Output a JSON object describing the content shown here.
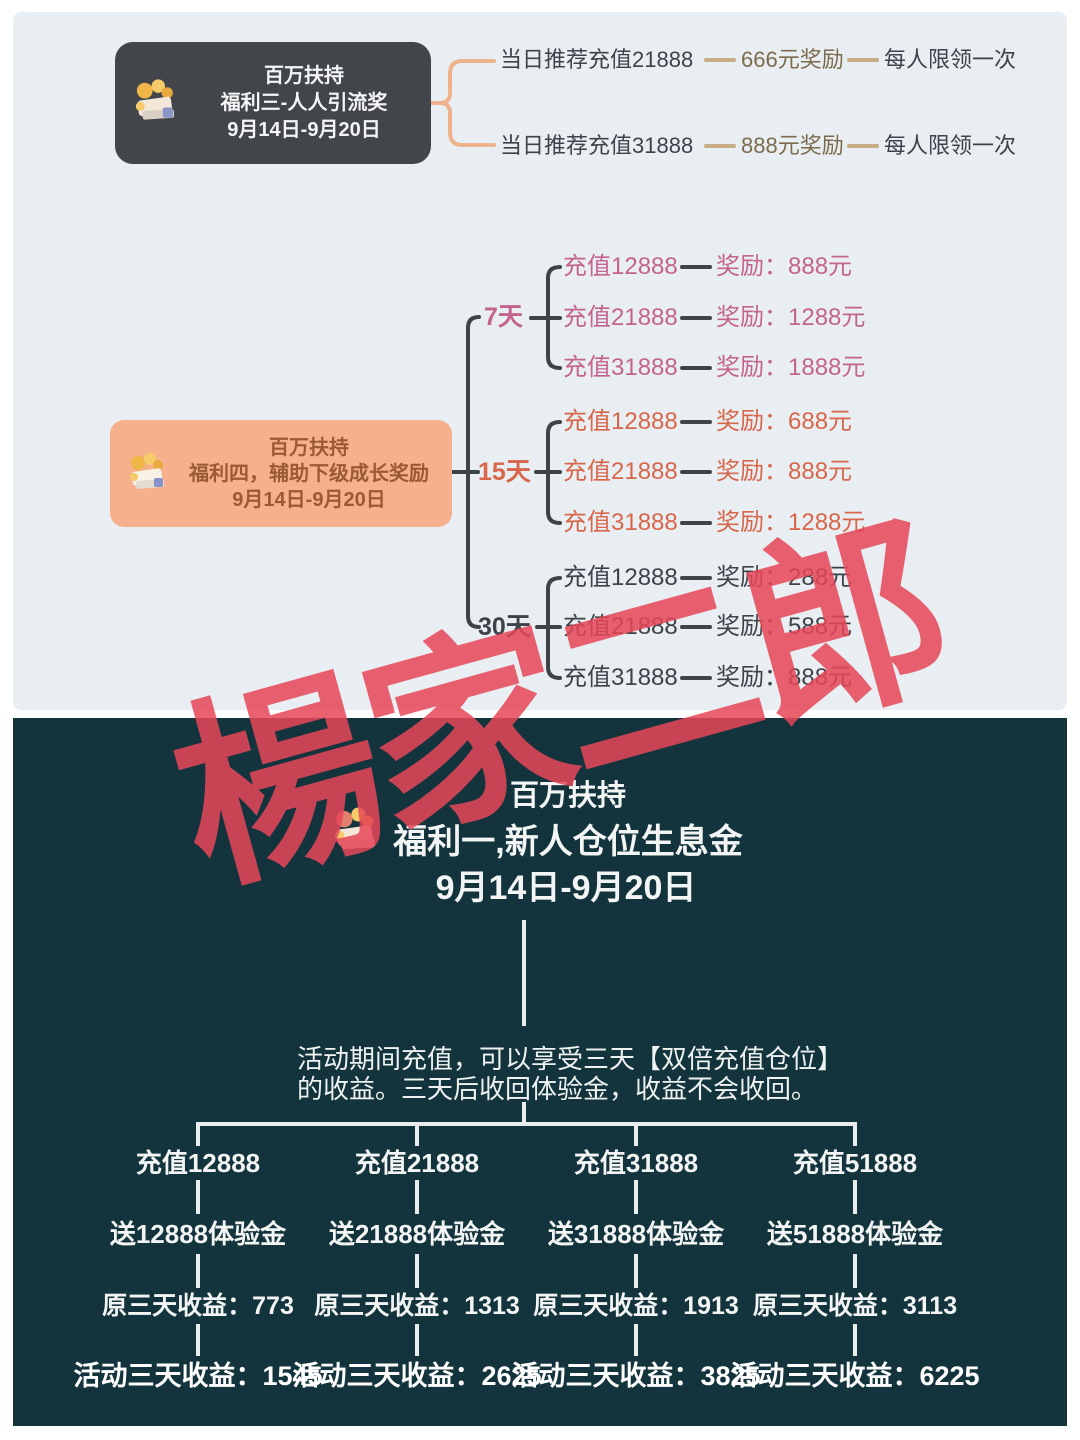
{
  "watermark": "楊家二郎",
  "icons": {
    "node_icon": "coins-illustration"
  },
  "colors": {
    "top_panel_bg": "#e8eef1",
    "dark_panel_bg": "#14343d",
    "benefit3_node_bg": "#42464a",
    "benefit4_node_bg": "#f6b08b",
    "benefit4_node_text": "#9a5a35",
    "branch_peach": "#eeb28c",
    "dash_tan": "#c8ac84",
    "branch_dark": "#3e4348",
    "pink_text": "#c4648c",
    "orange_text": "#d8664a",
    "dark_text": "#3d4349",
    "reward_tan_text": "#7d6b4e",
    "watermark_red": "#e74758"
  },
  "benefit3": {
    "node": {
      "line1": "百万扶持",
      "line2": "福利三-人人引流奖",
      "line3": "9月14日-9月20日"
    },
    "rows": [
      {
        "condition": "当日推荐充值21888",
        "reward": "666元奖励",
        "limit": "每人限领一次"
      },
      {
        "condition": "当日推荐充值31888",
        "reward": "888元奖励",
        "limit": "每人限领一次"
      }
    ]
  },
  "benefit4": {
    "node": {
      "line1": "百万扶持",
      "line2": "福利四，辅助下级成长奖励",
      "line3": "9月14日-9月20日"
    },
    "groups": [
      {
        "label": "7天",
        "rows": [
          {
            "recharge": "充值12888",
            "reward": "奖励：888元"
          },
          {
            "recharge": "充值21888",
            "reward": "奖励：1288元"
          },
          {
            "recharge": "充值31888",
            "reward": "奖励：1888元"
          }
        ]
      },
      {
        "label": "15天",
        "rows": [
          {
            "recharge": "充值12888",
            "reward": "奖励：688元"
          },
          {
            "recharge": "充值21888",
            "reward": "奖励：888元"
          },
          {
            "recharge": "充值31888",
            "reward": "奖励：1288元"
          }
        ]
      },
      {
        "label": "30天",
        "rows": [
          {
            "recharge": "充值12888",
            "reward": "奖励：288元"
          },
          {
            "recharge": "充值21888",
            "reward": "奖励：588元"
          },
          {
            "recharge": "充值31888",
            "reward": "奖励：888元"
          }
        ]
      }
    ]
  },
  "benefit1": {
    "title1": "百万扶持",
    "title2": "福利一,新人仓位生息金",
    "title3": "9月14日-9月20日",
    "desc_line1": "活动期间充值，可以享受三天【双倍充值仓位】",
    "desc_line2": "的收益。三天后收回体验金，收益不会收回。",
    "columns": [
      {
        "recharge": "充值12888",
        "gift": "送12888体验金",
        "original": "原三天收益：773",
        "activity": "活动三天收益：1545"
      },
      {
        "recharge": "充值21888",
        "gift": "送21888体验金",
        "original": "原三天收益：1313",
        "activity": "活动三天收益：2625"
      },
      {
        "recharge": "充值31888",
        "gift": "送31888体验金",
        "original": "原三天收益：1913",
        "activity": "活动三天收益：3825"
      },
      {
        "recharge": "充值51888",
        "gift": "送51888体验金",
        "original": "原三天收益：3113",
        "activity": "活动三天收益：6225"
      }
    ]
  }
}
